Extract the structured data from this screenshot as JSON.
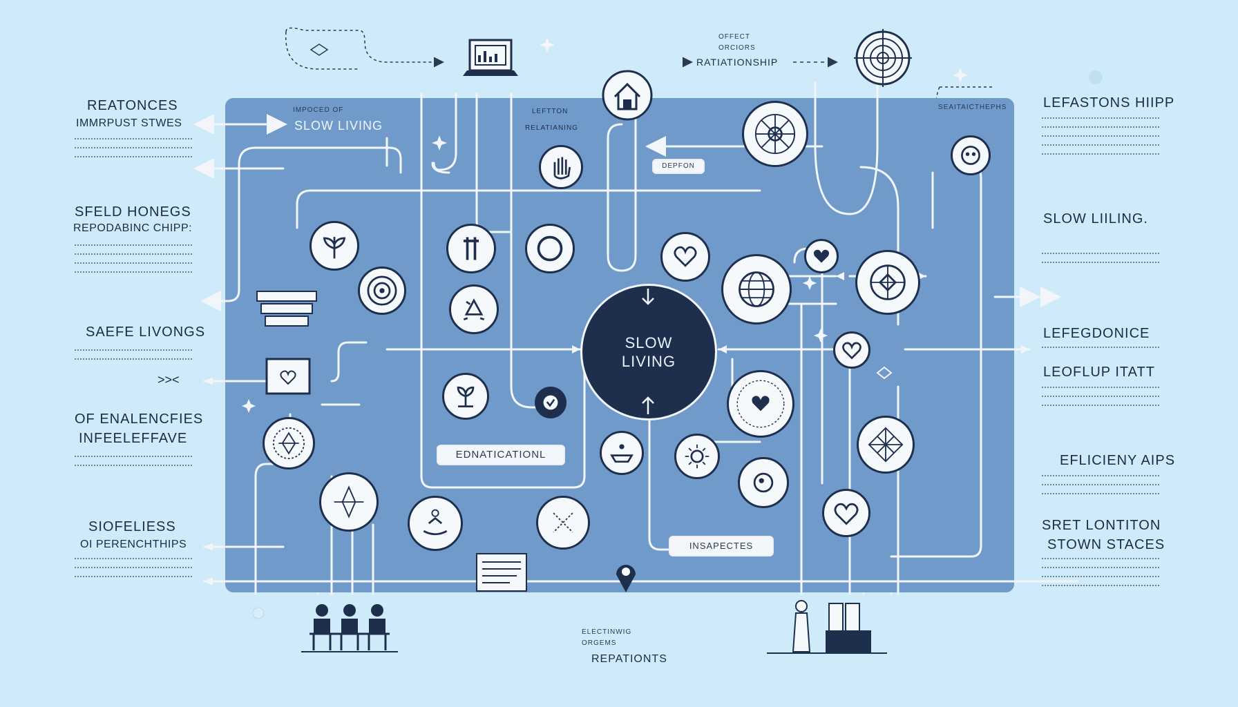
{
  "center": {
    "line1": "SLOW",
    "line2": "LIVING"
  },
  "panel": {
    "header_small": "IMPOCED OF",
    "header_title": "SLOW LIVING",
    "top_mid_1": "LEFTTON",
    "top_mid_2": "RELATIANING",
    "box_label": "DEPFON",
    "label_left_bottom": "EDNATICATIONL",
    "label_right_bottom": "INSAPECTES"
  },
  "top": {
    "effect_1": "OFFECT",
    "effect_2": "ORCIORS",
    "relationship": "RATIATIONSHIP",
    "top_right_small": "SEAITAICTHEPHS"
  },
  "bottom": {
    "small": "ELECTINWIG",
    "small2": "ORGEMS",
    "main": "REPATIONTS"
  },
  "left": [
    {
      "title": "REATONCES",
      "subtitle": "IMMRPUST STWES"
    },
    {
      "title": "SFELD HONEGS",
      "subtitle": "REPODABINC CHIPP:"
    },
    {
      "title": "SAEFE LIVONGS",
      "subtitle": ""
    },
    {
      "title": "OF ENALENCFIES",
      "subtitle": "INFEELEFFAVE"
    },
    {
      "title": "SIOFELIESS",
      "subtitle": "OI PERENCHTHIPS"
    }
  ],
  "right": [
    {
      "title": "LEFASTONS HIIPP",
      "subtitle": ""
    },
    {
      "title": "SLOW LIILING.",
      "subtitle": ""
    },
    {
      "title": "LEFEGDONICE",
      "subtitle": "LEOFLUP ITATT"
    },
    {
      "title": "EFLICIENY AIPS",
      "subtitle": ""
    },
    {
      "title": "SRET LONTITON",
      "subtitle": "STOWN STACES"
    }
  ],
  "colors": {
    "background": "#cfeaf8",
    "panel": "#6f9ac9",
    "dark": "#1e2f4d",
    "line": "#f2f6fb"
  },
  "icons": [
    "laptop-chart-icon",
    "target-icon",
    "house-icon",
    "hand-icon",
    "network-icon",
    "face-icon",
    "plant-leaves-icon",
    "spiral-icon",
    "tools-icon",
    "ring-icon",
    "recycle-icon",
    "heart-bubble-icon",
    "globe-icon",
    "compass-icon",
    "heart-icon",
    "small-heart-icon",
    "heart-check-icon",
    "leaf-sprout-icon",
    "lotus-icon",
    "seedling-icon",
    "boat-icon",
    "sun-icon",
    "cell-icon",
    "mandala-icon",
    "crossed-icon",
    "rabbit-icon",
    "meditation-icon",
    "geometric-icon",
    "heart-pendant-icon",
    "location-pin-icon",
    "document-icon",
    "people-icon",
    "person-icon",
    "buildings-icon"
  ]
}
